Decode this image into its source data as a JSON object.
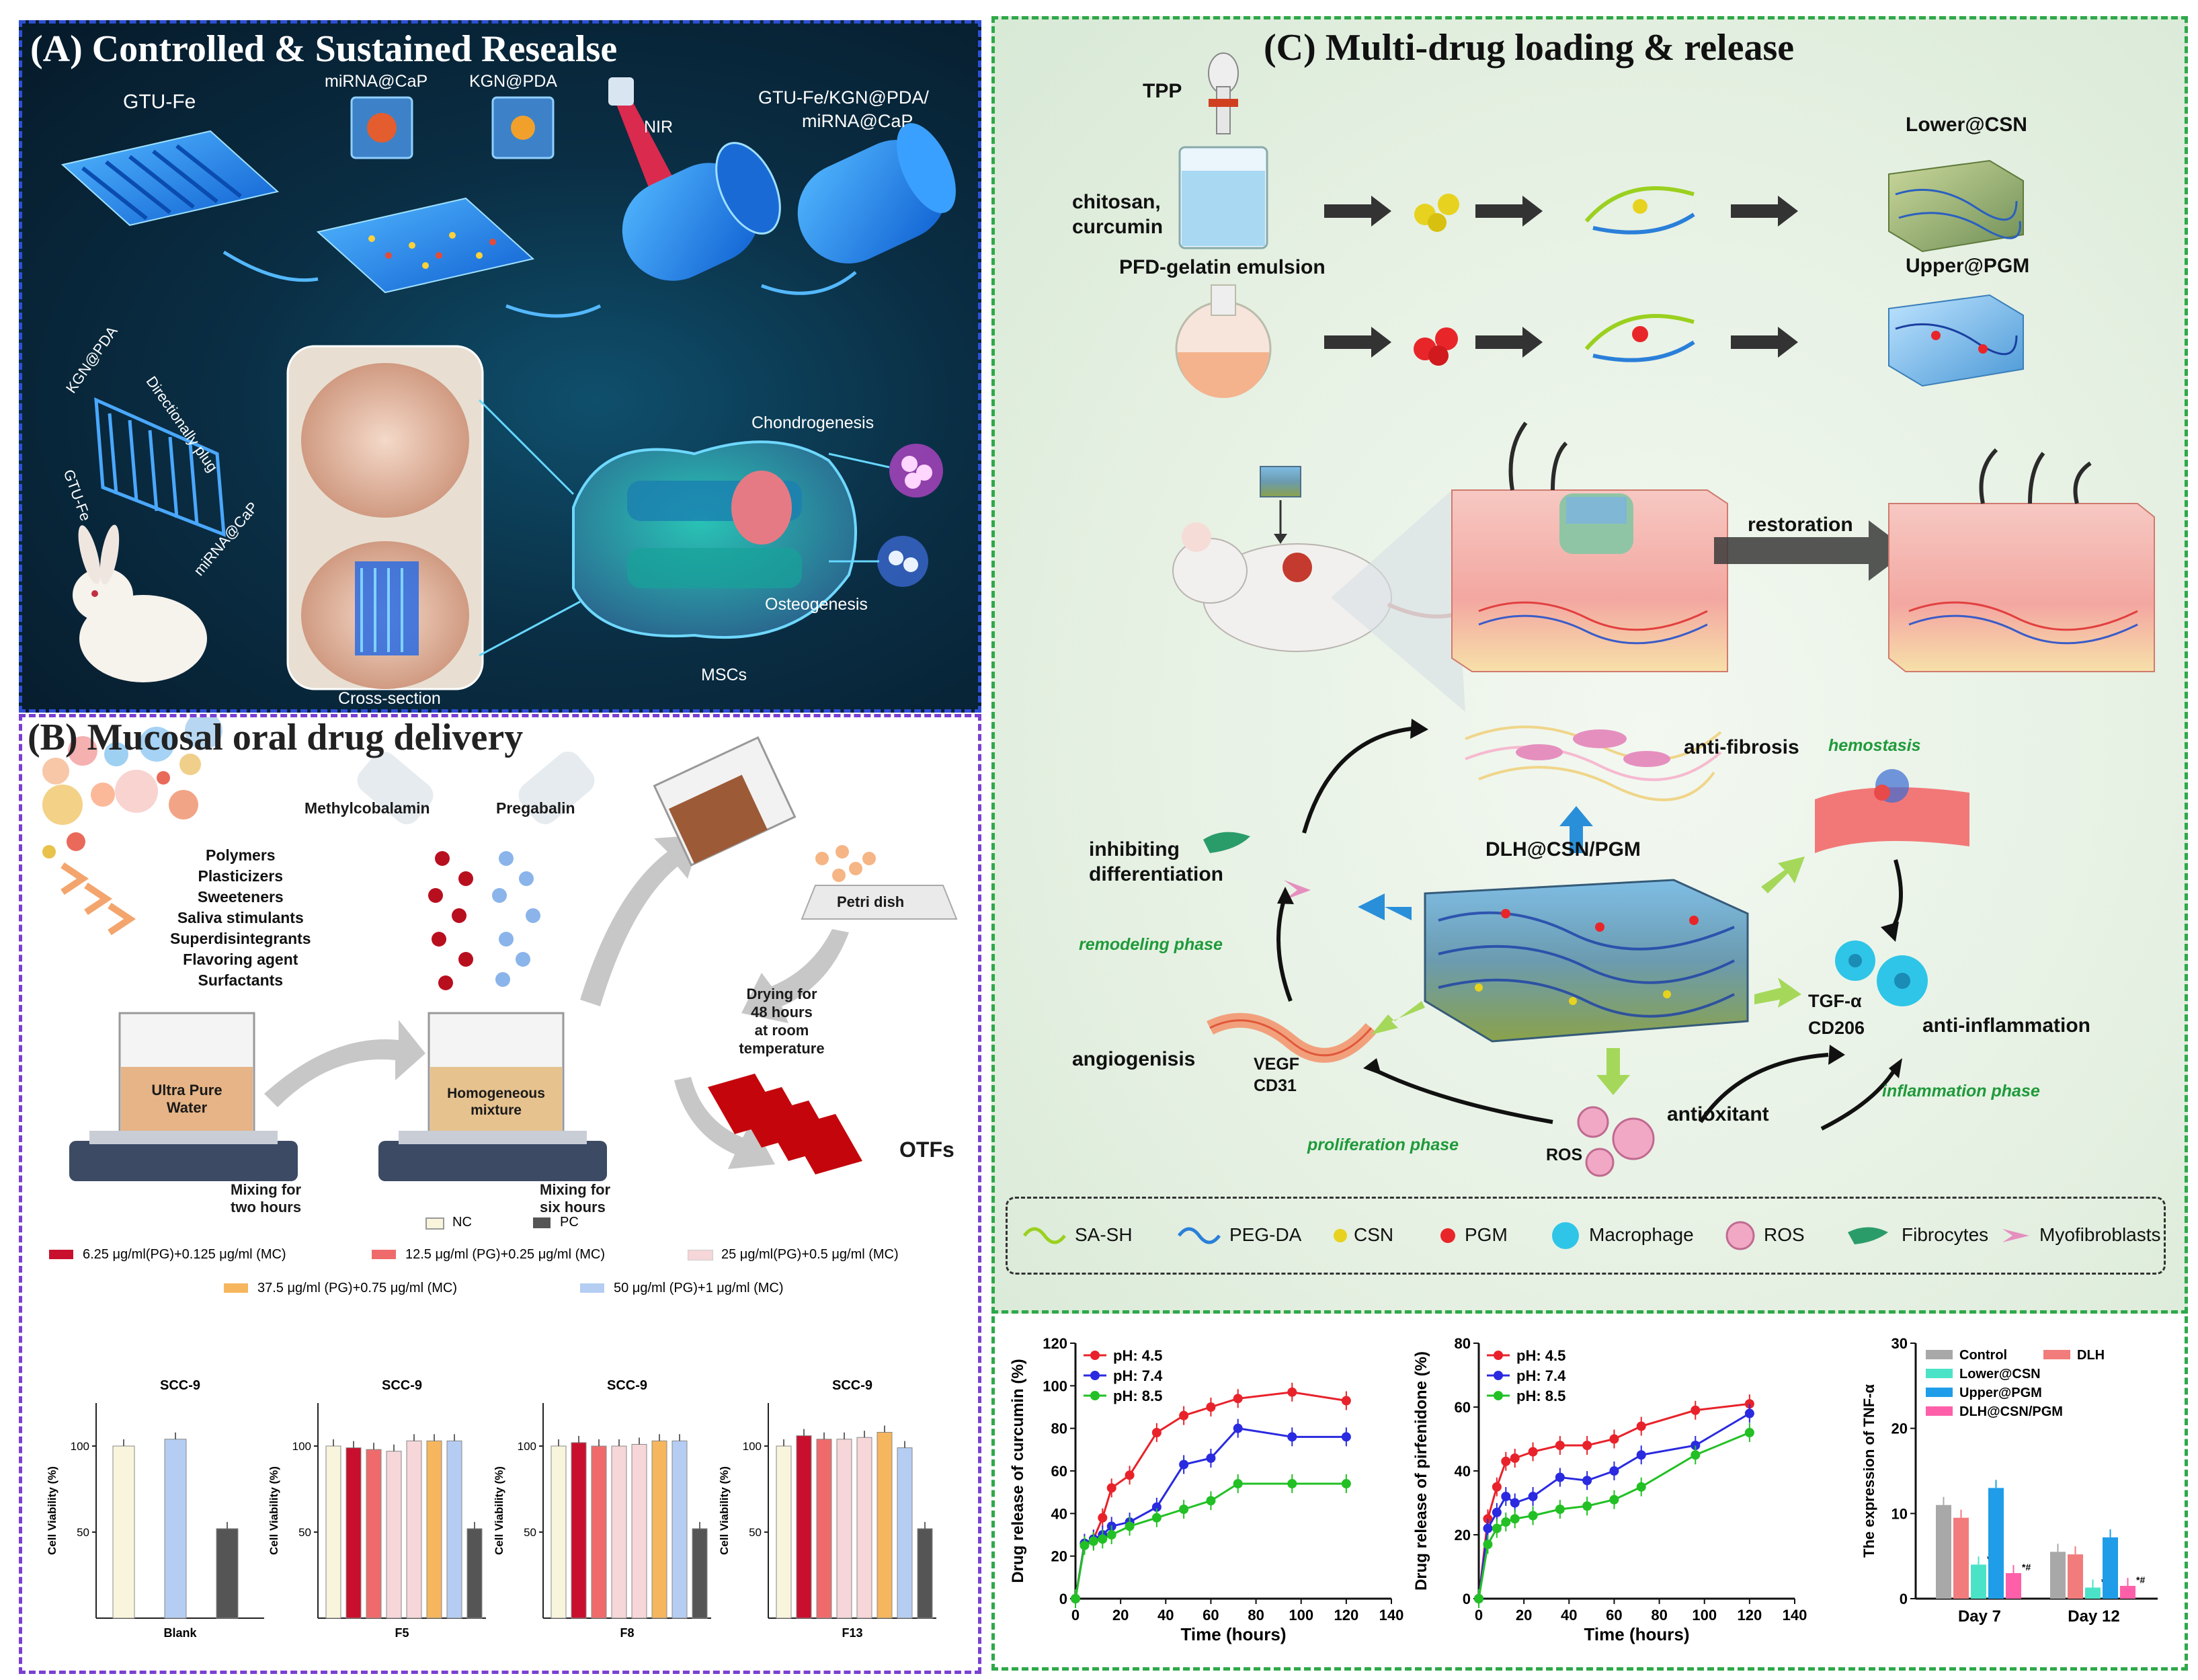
{
  "panelA": {
    "title": "(A) Controlled & Sustained Resealse",
    "labels": {
      "gtu_fe": "GTU-Fe",
      "mirna_cap": "miRNA@CaP",
      "kgn_pda": "KGN@PDA",
      "nir": "NIR",
      "product_line1": "GTU-Fe/KGN@PDA/",
      "product_line2": "miRNA@CaP",
      "side_kgn": "KGN@PDA",
      "side_plug": "Directionally plug",
      "side_gtu": "GTU-Fe",
      "side_mirna": "miRNA@CaP",
      "chondrogenesis": "Chondrogenesis",
      "osteogenesis": "Osteogenesis",
      "msc": "MSCs",
      "cross_section": "Cross-section"
    }
  },
  "panelB": {
    "title": "(B) Mucosal oral drug delivery",
    "ingredients": [
      "Polymers",
      "Plasticizers",
      "Sweeteners",
      "Saliva stimulants",
      "Superdisintegrants",
      "Flavoring agent",
      "Surfactants"
    ],
    "methylcobalamin": "Methylcobalamin",
    "pregabalin": "Pregabalin",
    "beaker1": "Ultra Pure Water",
    "beaker2_line1": "Homogeneous",
    "beaker2_line2": "mixture",
    "mix1_line1": "Mixing for",
    "mix1_line2": "two hours",
    "mix2_line1": "Mixing for",
    "mix2_line2": "six hours",
    "petri": "Petri dish",
    "drying_line1": "Drying for",
    "drying_line2": "48 hours",
    "drying_line3": "at room",
    "drying_line4": "temperature",
    "otf": "OTFs",
    "legend": [
      {
        "label": "NC",
        "color": "#f8f5dc"
      },
      {
        "label": "PC",
        "color": "#555555"
      },
      {
        "label": "6.25 μg/ml(PG)+0.125 μg/ml (MC)",
        "color": "#c8102e"
      },
      {
        "label": "12.5 μg/ml (PG)+0.25 μg/ml (MC)",
        "color": "#ef6b6b"
      },
      {
        "label": "25 μg/ml(PG)+0.5 μg/ml (MC)",
        "color": "#f6d6d8"
      },
      {
        "label": "37.5 μg/ml (PG)+0.75 μg/ml (MC)",
        "color": "#f6b65e"
      },
      {
        "label": "50 μg/ml (PG)+1 μg/ml (MC)",
        "color": "#b5cdf2"
      }
    ],
    "bar_charts_ylabel": "Cell Viability (%)"
  },
  "panelC": {
    "title": "(C) Multi-drug loading & release",
    "tpp": "TPP",
    "chitosan_line1": "chitosan,",
    "chitosan_line2": "curcumin",
    "pfd_emulsion": "PFD-gelatin emulsion",
    "lower_csn": "Lower@CSN",
    "upper_pgm": "Upper@PGM",
    "restoration": "restoration",
    "anti_fibrosis": "anti-fibrosis",
    "hemostasis": "hemostasis",
    "inhibiting_line1": "inhibiting",
    "inhibiting_line2": "differentiation",
    "dlh": "DLH@CSN/PGM",
    "remodeling": "remodeling phase",
    "tgf": "TGF-α",
    "cd206": "CD206",
    "anti_inflammation": "anti-inflammation",
    "angiogenesis": "angiogenisis",
    "vegf": "VEGF",
    "cd31": "CD31",
    "inflammation_phase": "inflammation phase",
    "antioxidant": "antioxitant",
    "ros": "ROS",
    "proliferation": "proliferation phase",
    "legend": [
      {
        "label": "SA-SH",
        "icon": "wave-green-icon"
      },
      {
        "label": "PEG-DA",
        "icon": "wave-blue-icon"
      },
      {
        "label": "CSN",
        "icon": "yellow-dot-icon"
      },
      {
        "label": "PGM",
        "icon": "red-dot-icon"
      },
      {
        "label": "Macrophage",
        "icon": "macrophage-icon"
      },
      {
        "label": "ROS",
        "icon": "ros-cell-icon"
      },
      {
        "label": "Fibrocytes",
        "icon": "fibrocyte-icon"
      },
      {
        "label": "Myofibroblasts",
        "icon": "myofibroblast-icon"
      }
    ]
  },
  "chart_data": [
    {
      "type": "bar",
      "title": "SCC-9",
      "xlabel": "Blank",
      "ylabel": "Cell Viability (%)",
      "yticks": [
        50,
        100
      ],
      "ylim": [
        0,
        125
      ],
      "series": [
        {
          "name": "NC",
          "values": [
            100
          ]
        },
        {
          "name": "PC",
          "values": [
            52
          ]
        },
        {
          "name": "50 μg/ml (PG)+1 μg/ml (MC)",
          "values": [
            104
          ]
        }
      ],
      "order": [
        {
          "color": "#f8f5dc",
          "value": 100
        },
        {
          "color": "#b5cdf2",
          "value": 104
        },
        {
          "color": "#555555",
          "value": 52
        }
      ]
    },
    {
      "type": "bar",
      "title": "SCC-9",
      "xlabel": "F5",
      "ylabel": "Cell Viability (%)",
      "yticks": [
        50,
        100
      ],
      "ylim": [
        0,
        125
      ],
      "order": [
        {
          "color": "#f8f5dc",
          "value": 100
        },
        {
          "color": "#c8102e",
          "value": 99
        },
        {
          "color": "#ef6b6b",
          "value": 98
        },
        {
          "color": "#f6d6d8",
          "value": 97
        },
        {
          "color": "#f6d6d8",
          "value": 103
        },
        {
          "color": "#f6b65e",
          "value": 103
        },
        {
          "color": "#b5cdf2",
          "value": 103
        },
        {
          "color": "#555555",
          "value": 52
        }
      ]
    },
    {
      "type": "bar",
      "title": "SCC-9",
      "xlabel": "F8",
      "ylabel": "Cell Viability (%)",
      "yticks": [
        50,
        100
      ],
      "ylim": [
        0,
        125
      ],
      "order": [
        {
          "color": "#f8f5dc",
          "value": 100
        },
        {
          "color": "#c8102e",
          "value": 102
        },
        {
          "color": "#ef6b6b",
          "value": 100
        },
        {
          "color": "#f6d6d8",
          "value": 100
        },
        {
          "color": "#f6d6d8",
          "value": 101
        },
        {
          "color": "#f6b65e",
          "value": 103
        },
        {
          "color": "#b5cdf2",
          "value": 103
        },
        {
          "color": "#555555",
          "value": 52
        }
      ]
    },
    {
      "type": "bar",
      "title": "SCC-9",
      "xlabel": "F13",
      "ylabel": "Cell Viability (%)",
      "yticks": [
        50,
        100
      ],
      "ylim": [
        0,
        125
      ],
      "order": [
        {
          "color": "#f8f5dc",
          "value": 100
        },
        {
          "color": "#c8102e",
          "value": 106
        },
        {
          "color": "#ef6b6b",
          "value": 104
        },
        {
          "color": "#f6d6d8",
          "value": 104
        },
        {
          "color": "#f6d6d8",
          "value": 105
        },
        {
          "color": "#f6b65e",
          "value": 108
        },
        {
          "color": "#b5cdf2",
          "value": 99
        },
        {
          "color": "#555555",
          "value": 52
        }
      ]
    },
    {
      "type": "line",
      "xlabel": "Time (hours)",
      "ylabel": "Drug release of curcumin (%)",
      "xlim": [
        0,
        140
      ],
      "ylim": [
        0,
        120
      ],
      "xticks": [
        0,
        20,
        40,
        60,
        80,
        100,
        120,
        140
      ],
      "yticks": [
        0,
        20,
        40,
        60,
        80,
        100,
        120
      ],
      "series": [
        {
          "name": "pH: 4.5",
          "color": "#e8222a",
          "x": [
            0,
            4,
            8,
            12,
            16,
            24,
            36,
            48,
            60,
            72,
            96,
            120
          ],
          "y": [
            0,
            26,
            28,
            38,
            52,
            58,
            78,
            86,
            90,
            94,
            97,
            93
          ]
        },
        {
          "name": "pH: 7.4",
          "color": "#2a2ae0",
          "x": [
            0,
            4,
            8,
            12,
            16,
            24,
            36,
            48,
            60,
            72,
            96,
            120
          ],
          "y": [
            0,
            26,
            28,
            30,
            34,
            36,
            43,
            63,
            66,
            80,
            76,
            76
          ]
        },
        {
          "name": "pH: 8.5",
          "color": "#22c024",
          "x": [
            0,
            4,
            8,
            12,
            16,
            24,
            36,
            48,
            60,
            72,
            96,
            120
          ],
          "y": [
            0,
            25,
            27,
            28,
            30,
            34,
            38,
            42,
            46,
            54,
            54,
            54
          ]
        }
      ]
    },
    {
      "type": "line",
      "xlabel": "Time (hours)",
      "ylabel": "Drug release of pirfenidone (%)",
      "xlim": [
        0,
        140
      ],
      "ylim": [
        0,
        80
      ],
      "xticks": [
        0,
        20,
        40,
        60,
        80,
        100,
        120,
        140
      ],
      "yticks": [
        0,
        20,
        40,
        60,
        80
      ],
      "series": [
        {
          "name": "pH: 4.5",
          "color": "#e8222a",
          "x": [
            0,
            4,
            8,
            12,
            16,
            24,
            36,
            48,
            60,
            72,
            96,
            120
          ],
          "y": [
            0,
            25,
            35,
            43,
            44,
            46,
            48,
            48,
            50,
            54,
            59,
            61
          ]
        },
        {
          "name": "pH: 7.4",
          "color": "#2a2ae0",
          "x": [
            0,
            4,
            8,
            12,
            16,
            24,
            36,
            48,
            60,
            72,
            96,
            120
          ],
          "y": [
            0,
            22,
            27,
            32,
            30,
            32,
            38,
            37,
            40,
            45,
            48,
            58
          ]
        },
        {
          "name": "pH: 8.5",
          "color": "#22c024",
          "x": [
            0,
            4,
            8,
            12,
            16,
            24,
            36,
            48,
            60,
            72,
            96,
            120
          ],
          "y": [
            0,
            17,
            22,
            24,
            25,
            26,
            28,
            29,
            31,
            35,
            45,
            52
          ]
        }
      ]
    },
    {
      "type": "bar",
      "xlabel": "",
      "ylabel": "The expression of TNF-α",
      "categories": [
        "Day 7",
        "Day 12"
      ],
      "ylim": [
        0,
        30
      ],
      "yticks": [
        0,
        10,
        20,
        30
      ],
      "series": [
        {
          "name": "Control",
          "color": "#a8a8a8",
          "values": [
            11,
            5.5
          ]
        },
        {
          "name": "DLH",
          "color": "#f27b7b",
          "values": [
            9.5,
            5.2
          ]
        },
        {
          "name": "Lower@CSN",
          "color": "#4be3c7",
          "values": [
            4,
            1.3
          ]
        },
        {
          "name": "Upper@PGM",
          "color": "#1f9de8",
          "values": [
            13,
            7.2
          ]
        },
        {
          "name": "DLH@CSN/PGM",
          "color": "#ff5fa8",
          "values": [
            3,
            1.5
          ]
        }
      ],
      "annotations": [
        "*#"
      ]
    }
  ]
}
